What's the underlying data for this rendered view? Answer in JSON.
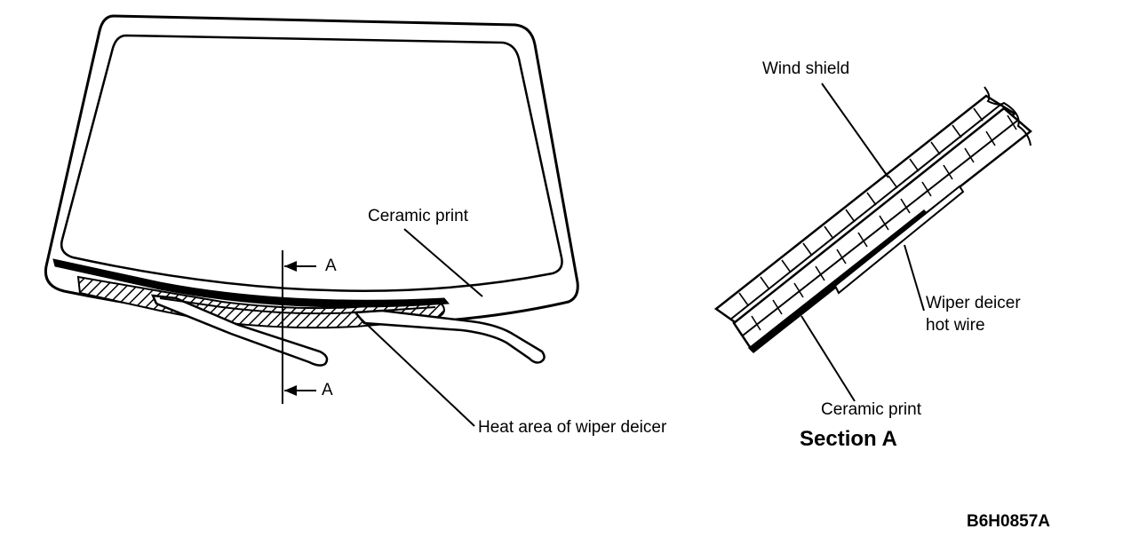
{
  "labels": {
    "ceramic_print_main": "Ceramic print",
    "section_marker_top": "A",
    "section_marker_bottom": "A",
    "heat_area": "Heat area of wiper deicer",
    "wind_shield": "Wind shield",
    "wiper_deicer_line1": "Wiper deicer",
    "wiper_deicer_line2": "hot wire",
    "ceramic_print_section": "Ceramic print",
    "section_title": "Section A",
    "figure_id": "B6H0857A"
  }
}
